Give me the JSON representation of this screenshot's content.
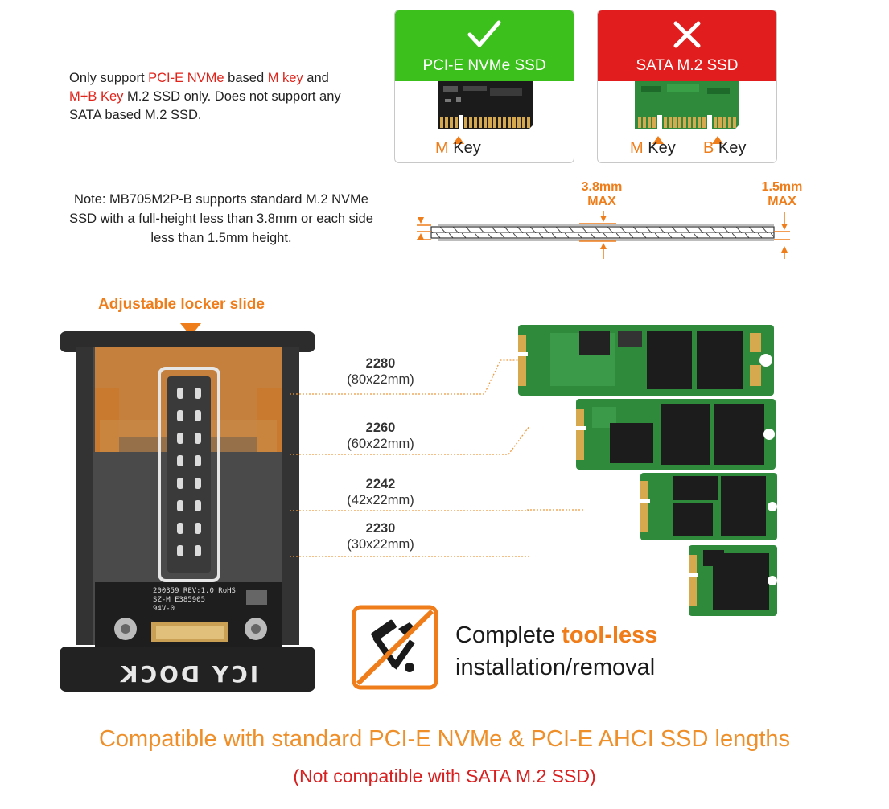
{
  "intro": {
    "part1": "Only support ",
    "pcie_nvme": "PCI-E NVMe",
    "part2": " based ",
    "m_key": "M key",
    "part3": " and ",
    "mb_key": "M+B Key",
    "part4": " M.2 SSD only. Does not support any SATA based M.2 SSD."
  },
  "note": "Note: MB705M2P-B supports standard M.2 NVMe SSD with a full-height less than 3.8mm or each side less than 1.5mm height.",
  "cards": {
    "nvme": {
      "label": "PCI-E NVMe SSD",
      "key_letter": "M",
      "key_word": " Key",
      "color": "#3cc01c"
    },
    "sata": {
      "label": "SATA M.2 SSD",
      "key1_letter": "M",
      "key1_word": " Key",
      "key2_letter": "B",
      "key2_word": " Key",
      "color": "#e21d1d"
    }
  },
  "thickness": {
    "full": {
      "value": "3.8mm",
      "label": "MAX"
    },
    "side": {
      "value": "1.5mm",
      "label": "MAX"
    }
  },
  "locker_label": "Adjustable locker slide",
  "enclosure_brand": "ICY DOCK",
  "pcb_text": {
    "line1": "200359 REV:1.0 RoHS",
    "line2": "SZ-M  E385905",
    "line3": "94V-0"
  },
  "sizes": [
    {
      "code": "2280",
      "mm": "(80x22mm)"
    },
    {
      "code": "2260",
      "mm": "(60x22mm)"
    },
    {
      "code": "2242",
      "mm": "(42x22mm)"
    },
    {
      "code": "2230",
      "mm": "(30x22mm)"
    }
  ],
  "toolless": {
    "line1_a": "Complete ",
    "line1_b": "tool-less",
    "line2": "installation/removal"
  },
  "bottom": {
    "line1": "Compatible with standard PCI-E NVMe & PCI-E AHCI SSD lengths",
    "line2": "(Not compatible with SATA M.2 SSD)"
  },
  "colors": {
    "accent": "#ee7d1a",
    "ok": "#3cc01c",
    "bad": "#e21d1d",
    "pcb_green": "#2f8a3c",
    "pcb_black": "#1b1b1b"
  }
}
